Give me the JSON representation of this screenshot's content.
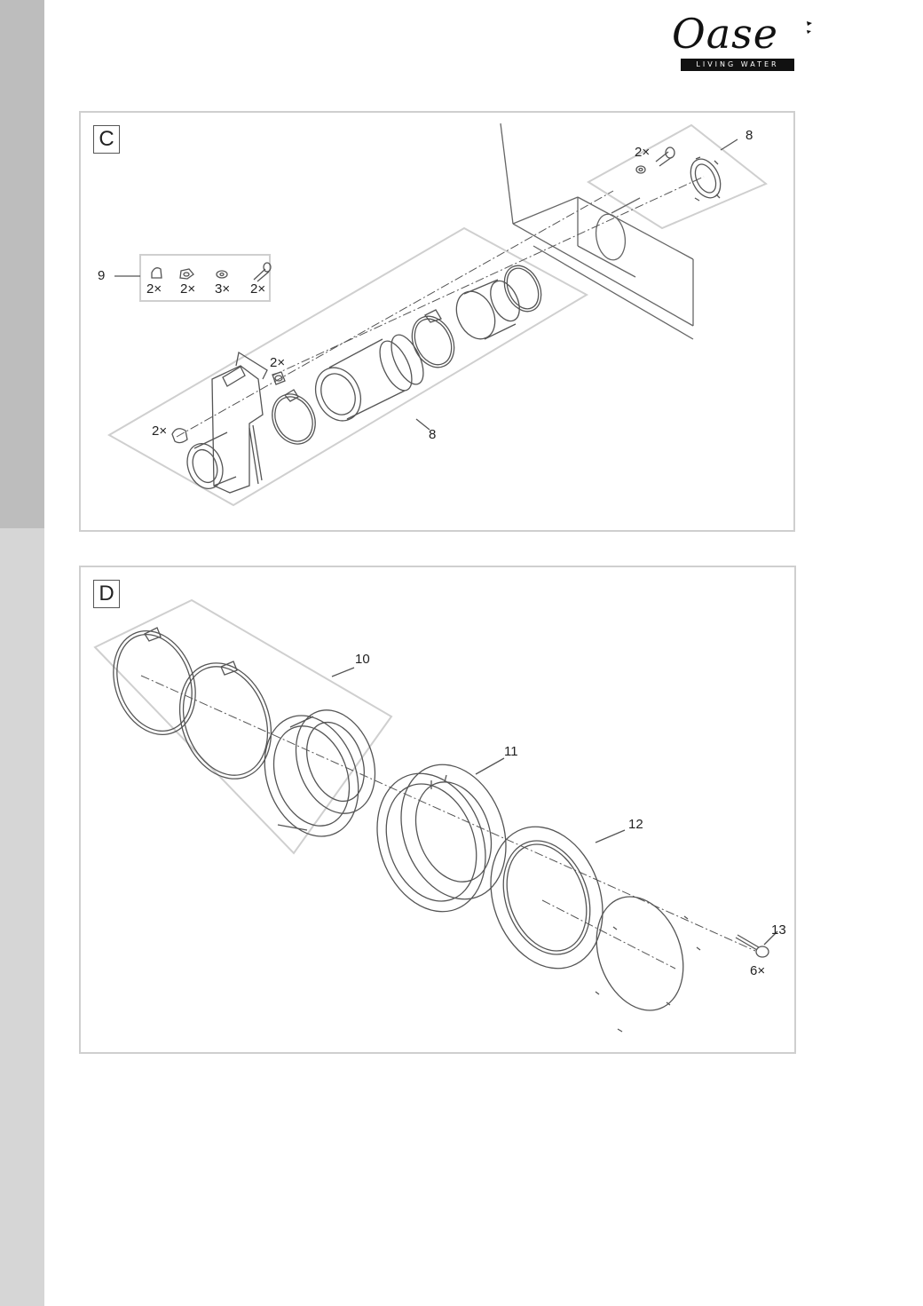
{
  "logo": {
    "brand": "Oase",
    "tagline": "LIVING WATER"
  },
  "panel_c": {
    "letter": "C",
    "callouts": {
      "top_set": "8",
      "main_set": "8",
      "hardware_set": "9"
    },
    "hardware_qty": [
      "2×",
      "2×",
      "3×",
      "2×"
    ],
    "screw_qty": "2×",
    "nut_qty": "2×",
    "cap_qty": "2×"
  },
  "panel_d": {
    "letter": "D",
    "callouts": {
      "clamp_set": "10",
      "flange": "11",
      "ring": "12",
      "screw": "13"
    },
    "screw_qty": "6×"
  },
  "colors": {
    "line": "#555555",
    "frame": "#cfcfcf",
    "strip": "#d6d6d6",
    "strip_dark": "#bdbdbd"
  }
}
